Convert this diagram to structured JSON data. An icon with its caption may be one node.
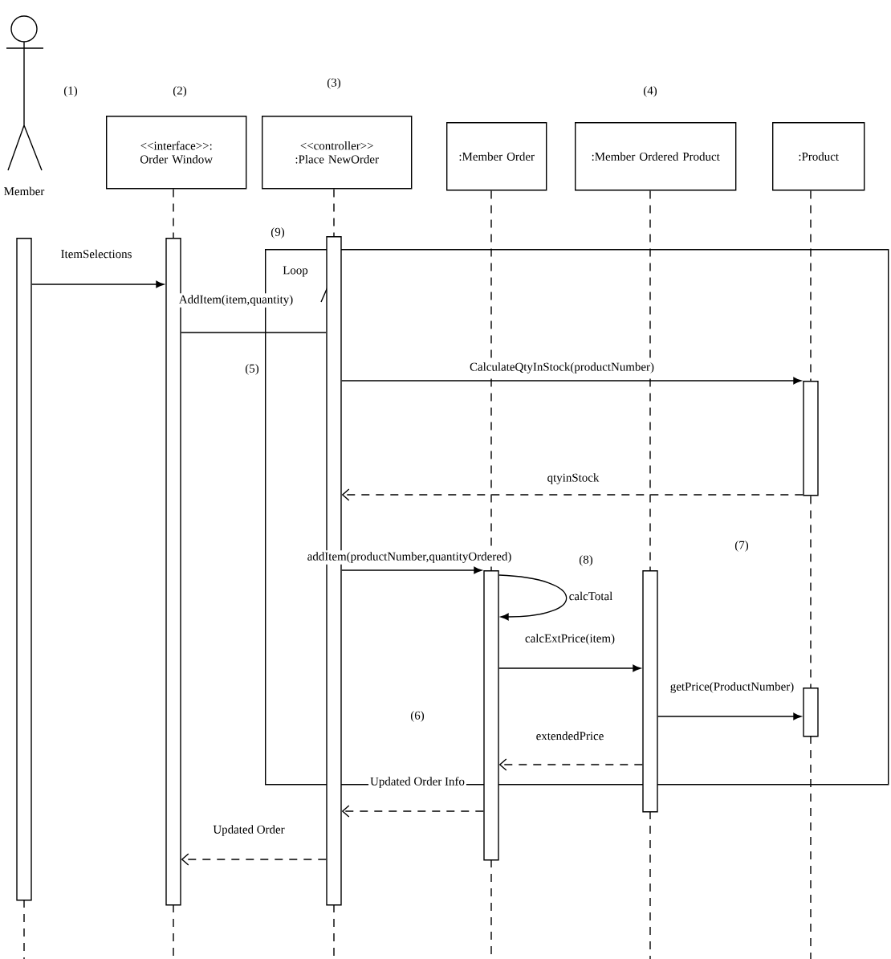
{
  "diagram": {
    "nodes": [
      {
        "text": [
          "Member"
        ]
      },
      {
        "text": [
          "<<interface>>: Order Window"
        ]
      },
      {
        "text": [
          "<<controller>> :Place NewOrder"
        ]
      },
      {
        "text": [
          ":Member Order"
        ]
      },
      {
        "text": [
          ":Member Ordered Product"
        ]
      },
      {
        "text": [
          ":Product"
        ]
      },
      {
        "text": [
          "Loop"
        ]
      },
      {
        "text": [],
        "shape": "bar"
      },
      {
        "text": [],
        "shape": "bar"
      },
      {
        "text": [],
        "shape": "bar"
      },
      {
        "text": [],
        "shape": "bar",
        "in": 6
      },
      {
        "text": [],
        "shape": "bar"
      },
      {
        "text": [],
        "shape": "bar"
      },
      {
        "text": [],
        "shape": "bar",
        "in": 6
      }
    ],
    "edges": [
      {
        "from": 7,
        "to": 8,
        "arrow": "to",
        "label": "ItemSelections"
      },
      {
        "from": 8,
        "to": 9,
        "arrow": "none",
        "label": "AddItem(item,quantity)"
      },
      {
        "from": 9,
        "to": 10,
        "arrow": "to",
        "label": "CalculateQtyInStock(productNumber)"
      },
      {
        "from": 10,
        "to": 9,
        "arrow": "to",
        "label": "qtyinStock",
        "style": "dashed"
      },
      {
        "from": 9,
        "to": 11,
        "arrow": "to",
        "label": "addItem(productNumber,quantityOrdered)"
      },
      {
        "from": 11,
        "to": 11,
        "arrow": "to",
        "label": "calcTotal"
      },
      {
        "from": 11,
        "to": 12,
        "arrow": "to",
        "label": "calcExtPrice(item)"
      },
      {
        "from": 12,
        "to": 13,
        "arrow": "to",
        "label": "getPrice(ProductNumber)"
      },
      {
        "from": 12,
        "to": 11,
        "arrow": "to",
        "label": "extendedPrice",
        "style": "dashed"
      },
      {
        "from": 11,
        "to": 9,
        "arrow": "to",
        "label": "Updated Order Info",
        "style": "dashed"
      },
      {
        "from": 9,
        "to": 8,
        "arrow": "to",
        "label": "Updated Order",
        "style": "dashed"
      },
      {
        "from": 1,
        "to": 8,
        "arrow": "none",
        "style": "dashed"
      },
      {
        "from": 2,
        "to": 9,
        "arrow": "none",
        "style": "dashed"
      },
      {
        "from": 3,
        "to": 11,
        "arrow": "none",
        "style": "dashed"
      },
      {
        "from": 4,
        "to": 12,
        "arrow": "none",
        "style": "dashed"
      },
      {
        "from": 5,
        "to": 10,
        "arrow": "none",
        "style": "dashed"
      },
      {
        "from": 10,
        "to": 13,
        "arrow": "none",
        "style": "dashed"
      }
    ],
    "labels": [
      "(1)",
      "(2)",
      "(3)",
      "(4)",
      "(9)",
      "(5)",
      "(8)",
      "(7)",
      "(6)"
    ]
  }
}
